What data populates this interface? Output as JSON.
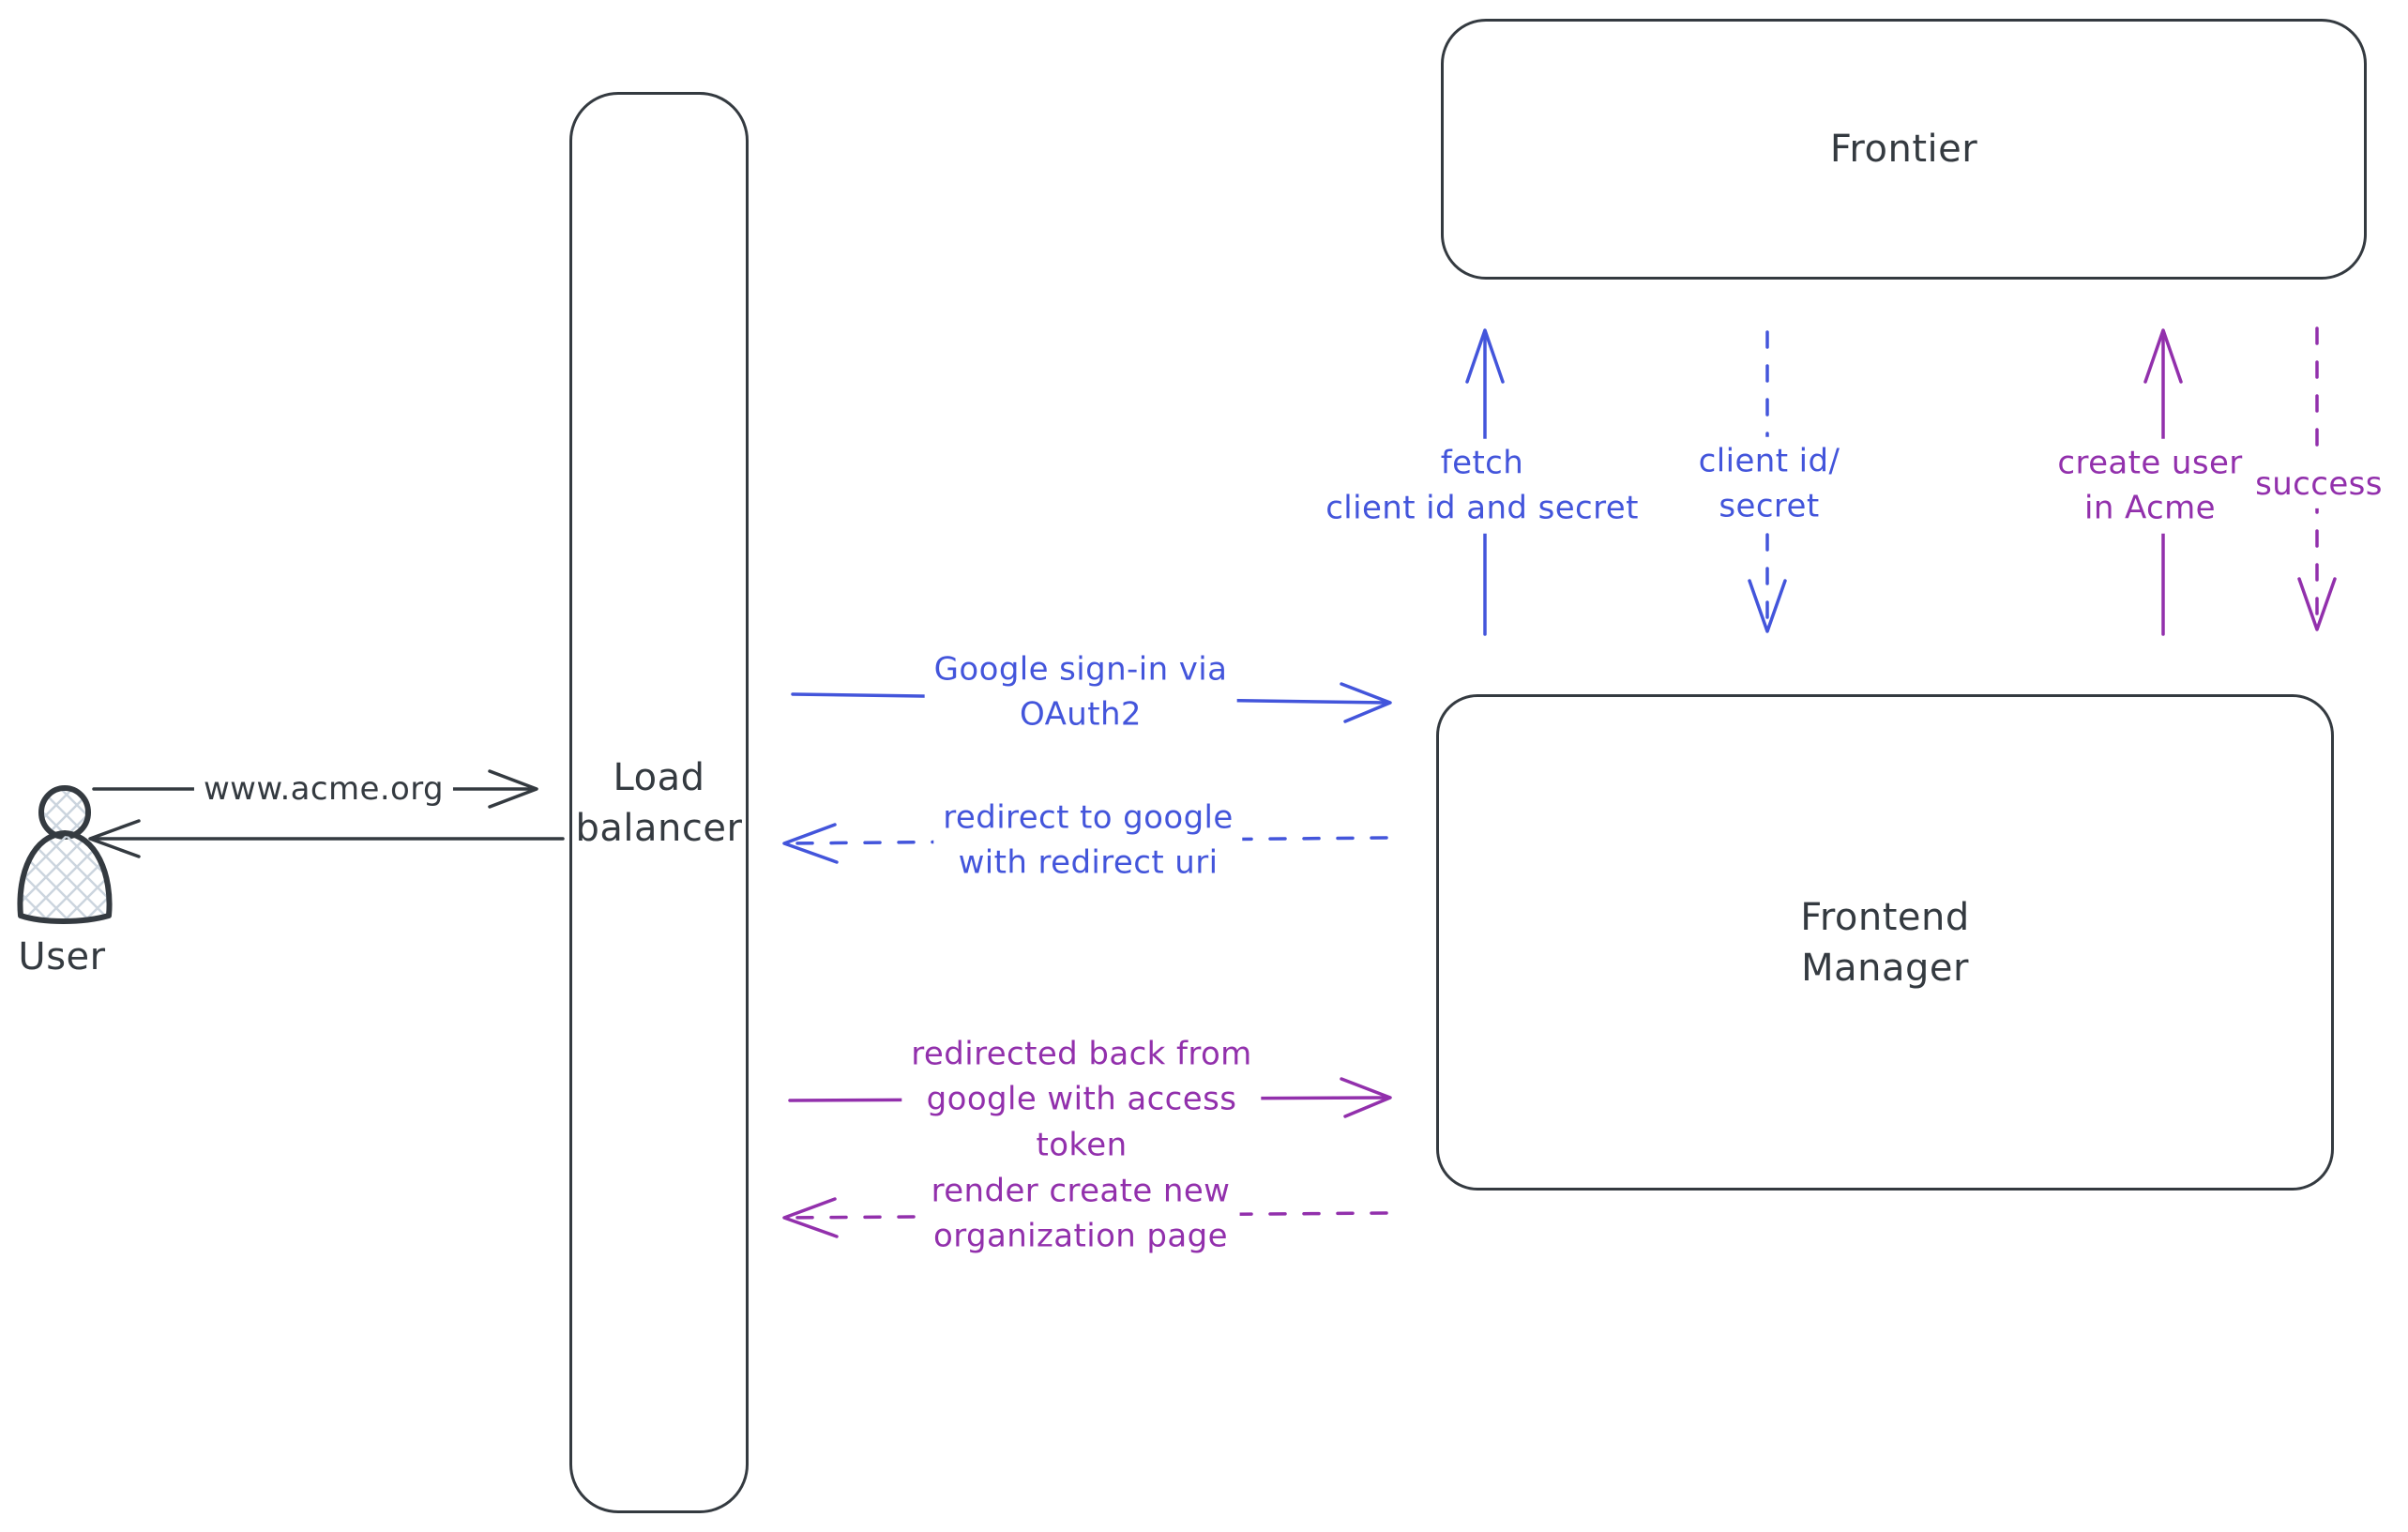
{
  "colors": {
    "ink": "#343a40",
    "blue": "#4355db",
    "purple": "#9230ac",
    "hatch": "#ccd5de",
    "background": "#ffffff"
  },
  "nodes": {
    "user": {
      "label": "User"
    },
    "load_balancer": {
      "label": "Load\nbalancer"
    },
    "frontier": {
      "label": "Frontier"
    },
    "frontend_manager": {
      "label": "Frontend\nManager"
    }
  },
  "arrows": {
    "acme_request": {
      "label": "www.acme.org",
      "style": "solid",
      "color": "ink",
      "from": "user",
      "to": "load_balancer"
    },
    "acme_response": {
      "label": "",
      "style": "solid",
      "color": "ink",
      "from": "load_balancer",
      "to": "user"
    },
    "google_signin": {
      "label": "Google sign-in via\nOAuth2",
      "style": "solid",
      "color": "blue",
      "from": "load_balancer",
      "to": "frontend_manager"
    },
    "redirect_google": {
      "label": "redirect to google\nwith redirect uri",
      "style": "dashed",
      "color": "blue",
      "from": "frontend_manager",
      "to": "load_balancer"
    },
    "fetch_secret": {
      "label": "fetch\nclient id and secret",
      "style": "solid",
      "color": "blue",
      "from": "frontend_manager",
      "to": "frontier"
    },
    "client_id_secret": {
      "label": "client id/\nsecret",
      "style": "dashed",
      "color": "blue",
      "from": "frontier",
      "to": "frontend_manager"
    },
    "create_user": {
      "label": "create user\nin Acme",
      "style": "solid",
      "color": "purple",
      "from": "frontend_manager",
      "to": "frontier"
    },
    "success": {
      "label": "success",
      "style": "dashed",
      "color": "purple",
      "from": "frontier",
      "to": "frontend_manager"
    },
    "redirected_back": {
      "label": "redirected back from\ngoogle with access\ntoken",
      "style": "solid",
      "color": "purple",
      "from": "load_balancer",
      "to": "frontend_manager"
    },
    "render_page": {
      "label": "render create new\norganization page",
      "style": "dashed",
      "color": "purple",
      "from": "frontend_manager",
      "to": "load_balancer"
    }
  }
}
